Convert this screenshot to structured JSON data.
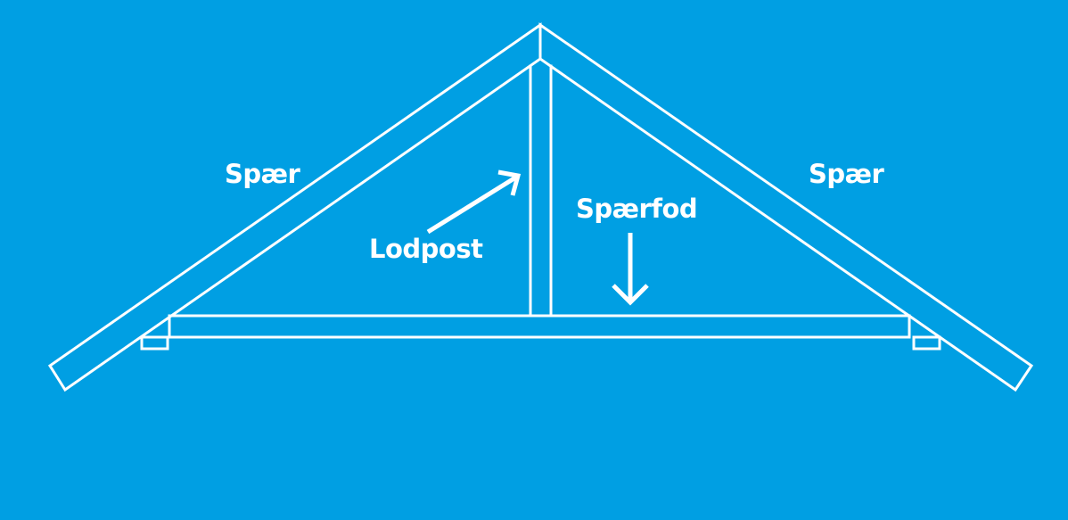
{
  "diagram": {
    "background_color": "#009fe3",
    "line_color": "#ffffff",
    "labels": {
      "rafter_left": "Spær",
      "rafter_right": "Spær",
      "king_post": "Lodpost",
      "tie_beam": "Spærfod"
    }
  }
}
